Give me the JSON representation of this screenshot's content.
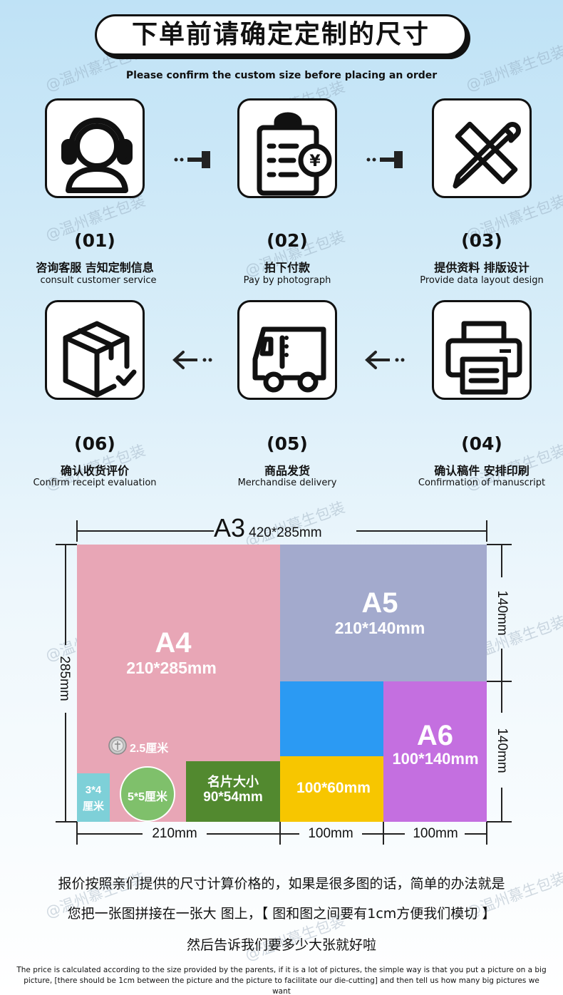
{
  "header": {
    "title": "下单前请确定定制的尺寸",
    "subtitle": "Please confirm the custom size before placing an order"
  },
  "steps": [
    {
      "num": "(01)",
      "cn": "咨询客服 吉知定制信息",
      "en": "consult customer service",
      "icon": "headset-agent-icon"
    },
    {
      "num": "(02)",
      "cn": "拍下付款",
      "en": "Pay by photograph",
      "icon": "clipboard-yuan-icon"
    },
    {
      "num": "(03)",
      "cn": "提供资料 排版设计",
      "en": "Provide data layout design",
      "icon": "ruler-pencil-icon"
    },
    {
      "num": "(04)",
      "cn": "确认稿件 安排印刷",
      "en": "Confirmation of manuscript",
      "icon": "printer-icon"
    },
    {
      "num": "(05)",
      "cn": "商品发货",
      "en": "Merchandise delivery",
      "icon": "truck-icon"
    },
    {
      "num": "(06)",
      "cn": "确认收货评价",
      "en": "Confirm receipt evaluation",
      "icon": "box-check-icon"
    }
  ],
  "sizes": {
    "a3_name": "A3",
    "a3_dims": "420*285mm",
    "a4_name": "A4",
    "a4_dims": "210*285mm",
    "a5_name": "A5",
    "a5_dims": "210*140mm",
    "a6_name": "A6",
    "a6_dims": "100*140mm",
    "yellow_dims": "100*60mm",
    "card_name": "名片大小",
    "card_dims": "90*54mm",
    "circle_label": "5*5厘米",
    "small_label_1": "3*4",
    "small_label_2": "厘米",
    "coin_label": "2.5厘米",
    "dim_left": "285mm",
    "dim_right_top": "140mm",
    "dim_right_bottom": "140mm",
    "dim_bottom_1": "210mm",
    "dim_bottom_2": "100mm",
    "dim_bottom_3": "100mm",
    "colors": {
      "a4": "#e8a6b6",
      "a5": "#a3aacd",
      "blue": "#2b9af3",
      "yellow": "#f7c600",
      "a6": "#c46fe0",
      "card": "#52892f",
      "circle": "#7fc06b",
      "small": "#7ed0d8"
    }
  },
  "notes": {
    "line1": "报价按照亲们提供的尺寸计算价格的，如果是很多图的话，简单的办法就是",
    "line2": "您把一张图拼接在一张大 图上，【 图和图之间要有1cm方便我们模切 】",
    "line3": "然后告诉我们要多少大张就好啦",
    "en": "The price is calculated according to the size provided by the parents, if it is a lot of pictures, the simple way is that you put a picture on a big picture, [there should be 1cm between the picture and the picture to facilitate our die-cutting] and then tell us how many big pictures we want"
  },
  "watermark": "@温州慕生包装"
}
